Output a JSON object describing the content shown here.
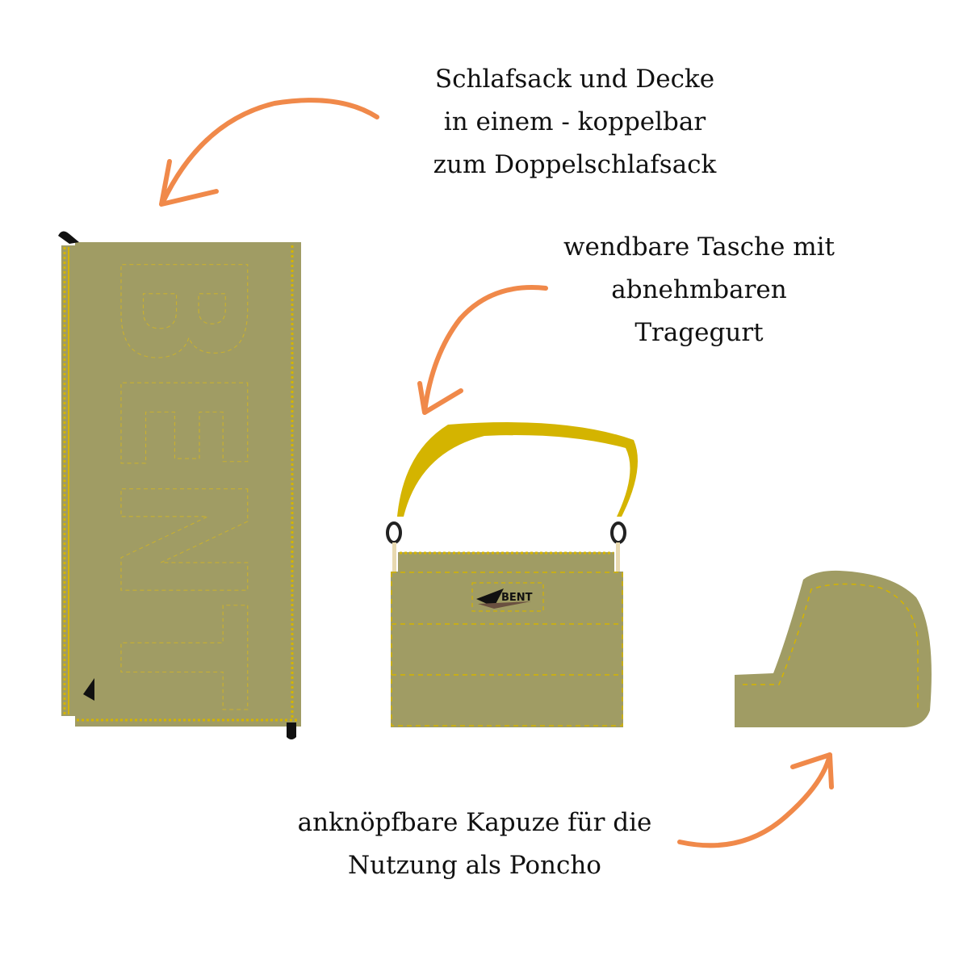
{
  "captions": {
    "sleeping_bag": [
      "Schlafsack und Decke",
      "in einem - koppelbar",
      "zum Doppelschlafsack"
    ],
    "bag": [
      "wendbare Tasche mit",
      "abnehmbaren",
      "Tragegurt"
    ],
    "hood": [
      "anknöpfbare Kapuze für die",
      "Nutzung als Poncho"
    ]
  },
  "logo": {
    "brand": "BENT"
  },
  "colors": {
    "fabric": "#A09C64",
    "stitching": "#D4B400",
    "arrow": "#F0894A",
    "strap": "#D4B400",
    "text": "#111111"
  }
}
